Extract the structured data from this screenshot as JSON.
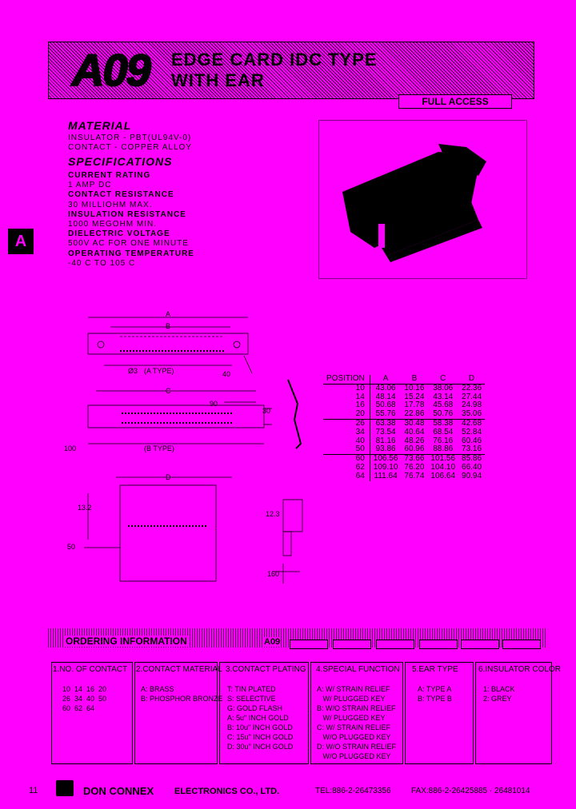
{
  "header": {
    "model": "A09",
    "line1": "EDGE CARD IDC TYPE",
    "line2": "WITH EAR",
    "feature_badge": "FULL ACCESS"
  },
  "side_tab": "A",
  "material": {
    "heading": "MATERIAL",
    "lines": [
      "INSULATOR - PBT(UL94V-0)",
      "CONTACT - COPPER ALLOY"
    ]
  },
  "specifications": {
    "heading": "SPECIFICATIONS",
    "items": [
      {
        "label": "CURRENT RATING",
        "value": "1 AMP DC"
      },
      {
        "label": "CONTACT RESISTANCE",
        "value": "30 MILLIOHM MAX."
      },
      {
        "label": "INSULATION RESISTANCE",
        "value": "1000 MEGOHM MIN."
      },
      {
        "label": "DIELECTRIC VOLTAGE",
        "value": "500V AC FOR ONE MINUTE"
      },
      {
        "label": "OPERATING TEMPERATURE",
        "value": "-40 C TO 105 C"
      }
    ]
  },
  "drawing": {
    "dim_A": "A",
    "dim_B": "B",
    "dim_C": "C",
    "dim_D": "D",
    "a_type": "(A TYPE)",
    "b_type": "(B TYPE)",
    "d_a_type_prefix": "Ø3",
    "val_40": "40",
    "val_90": "90",
    "val_30": "30",
    "val_100": "100",
    "val_132": "13.2",
    "val_50": "50",
    "val_123": "12.3",
    "val_160": "160"
  },
  "dim_table": {
    "headers": [
      "POSITION",
      "A",
      "B",
      "C",
      "D"
    ],
    "rows": [
      [
        "10",
        "43.06",
        "10.16",
        "38.06",
        "22.36"
      ],
      [
        "14",
        "48.14",
        "15.24",
        "43.14",
        "27.44"
      ],
      [
        "16",
        "50.68",
        "17.78",
        "45.68",
        "24.98"
      ],
      [
        "20",
        "55.76",
        "22.86",
        "50.76",
        "35.06"
      ],
      [
        "26",
        "63.38",
        "30.48",
        "58.38",
        "42.68"
      ],
      [
        "34",
        "73.54",
        "40.64",
        "68.54",
        "52.84"
      ],
      [
        "40",
        "81.16",
        "48.26",
        "76.16",
        "60.46"
      ],
      [
        "50",
        "93.86",
        "60.96",
        "88.86",
        "73.16"
      ],
      [
        "60",
        "106.56",
        "73.66",
        "101.56",
        "85.86"
      ],
      [
        "62",
        "109.10",
        "76.20",
        "104.10",
        "66.40"
      ],
      [
        "64",
        "111.64",
        "76.74",
        "106.64",
        "90.94"
      ]
    ]
  },
  "ordering": {
    "title": "ORDERING INFORMATION",
    "prefix": "A09",
    "columns": [
      {
        "title": "1.NO. OF CONTACT",
        "lines": [
          "10  14  16  20",
          "26  34  40  50",
          "60  62  64"
        ]
      },
      {
        "title": "2.CONTACT MATERIAL",
        "lines": [
          "A: BRASS",
          "B: PHOSPHOR BRONZE"
        ]
      },
      {
        "title": "3.CONTACT PLATING",
        "lines": [
          "T: TIN PLATED",
          "S: SELECTIVE",
          "G: GOLD FLASH",
          "A: 5u\" INCH GOLD",
          "B: 10u\" INCH GOLD",
          "C: 15u\" INCH GOLD",
          "D: 30u\" INCH GOLD"
        ]
      },
      {
        "title": "4.SPECIAL FUNCTION",
        "lines": [
          "A: W/ STRAIN RELIEF",
          "   W/ PLUGGED KEY",
          "B: W/O STRAIN RELIEF",
          "   W/ PLUGGED KEY",
          "C: W/ STRAIN RELIEF",
          "   W/O PLUGGED KEY",
          "D: W/O STRAIN RELIEF",
          "   W/O PLUGGED KEY"
        ]
      },
      {
        "title": "5.EAR TYPE",
        "lines": [
          "A: TYPE A",
          "B: TYPE B"
        ]
      },
      {
        "title": "6.INSULATOR COLOR",
        "lines": [
          "1: BLACK",
          "2: GREY"
        ]
      }
    ]
  },
  "footer": {
    "page": "11",
    "company": "DON CONNEX",
    "company_suffix": "ELECTRONICS CO., LTD.",
    "tel": "TEL:886-2-26473356",
    "fax": "FAX:886-2-26425885 · 26481014"
  },
  "colors": {
    "background": "#ff00ff",
    "ink": "#000000"
  }
}
